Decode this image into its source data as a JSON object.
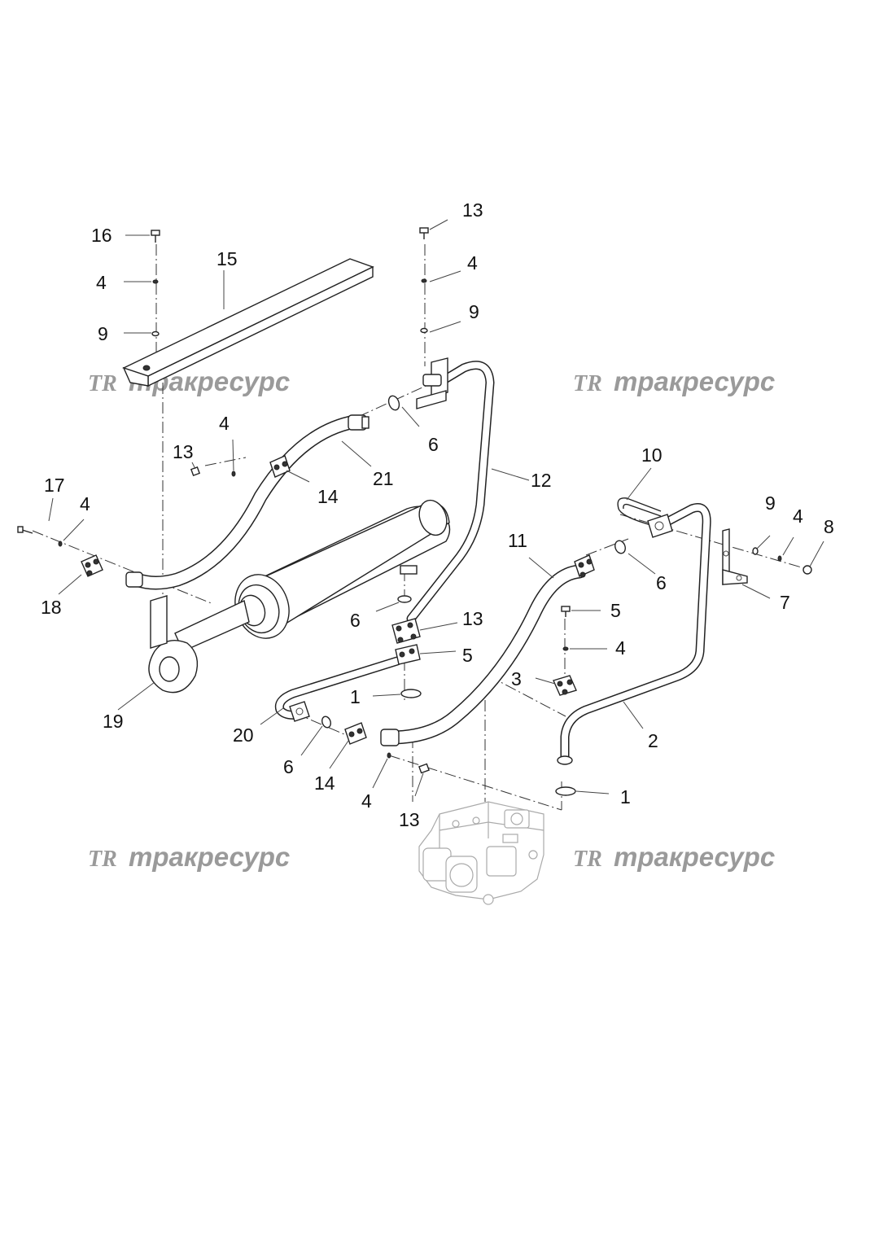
{
  "watermark": {
    "logo": "TR",
    "text": "тракресурс"
  },
  "callouts": {
    "c16": "16",
    "c15": "15",
    "c4a": "4",
    "c9a": "9",
    "c13a": "13",
    "c4b": "4",
    "c9b": "9",
    "c4c": "4",
    "c13b": "13",
    "c21": "21",
    "c14a": "14",
    "c6a": "6",
    "c12": "12",
    "c17": "17",
    "c4d": "4",
    "c18": "18",
    "c10": "10",
    "c9c": "9",
    "c4e": "4",
    "c8": "8",
    "c7": "7",
    "c11": "11",
    "c6b": "6",
    "c6c": "6",
    "c13c": "13",
    "c5a": "5",
    "c5b": "5",
    "c4f": "4",
    "c3": "3",
    "c1a": "1",
    "c19": "19",
    "c20": "20",
    "c6d": "6",
    "c14b": "14",
    "c2": "2",
    "c1b": "1",
    "c4g": "4",
    "c13d": "13"
  }
}
